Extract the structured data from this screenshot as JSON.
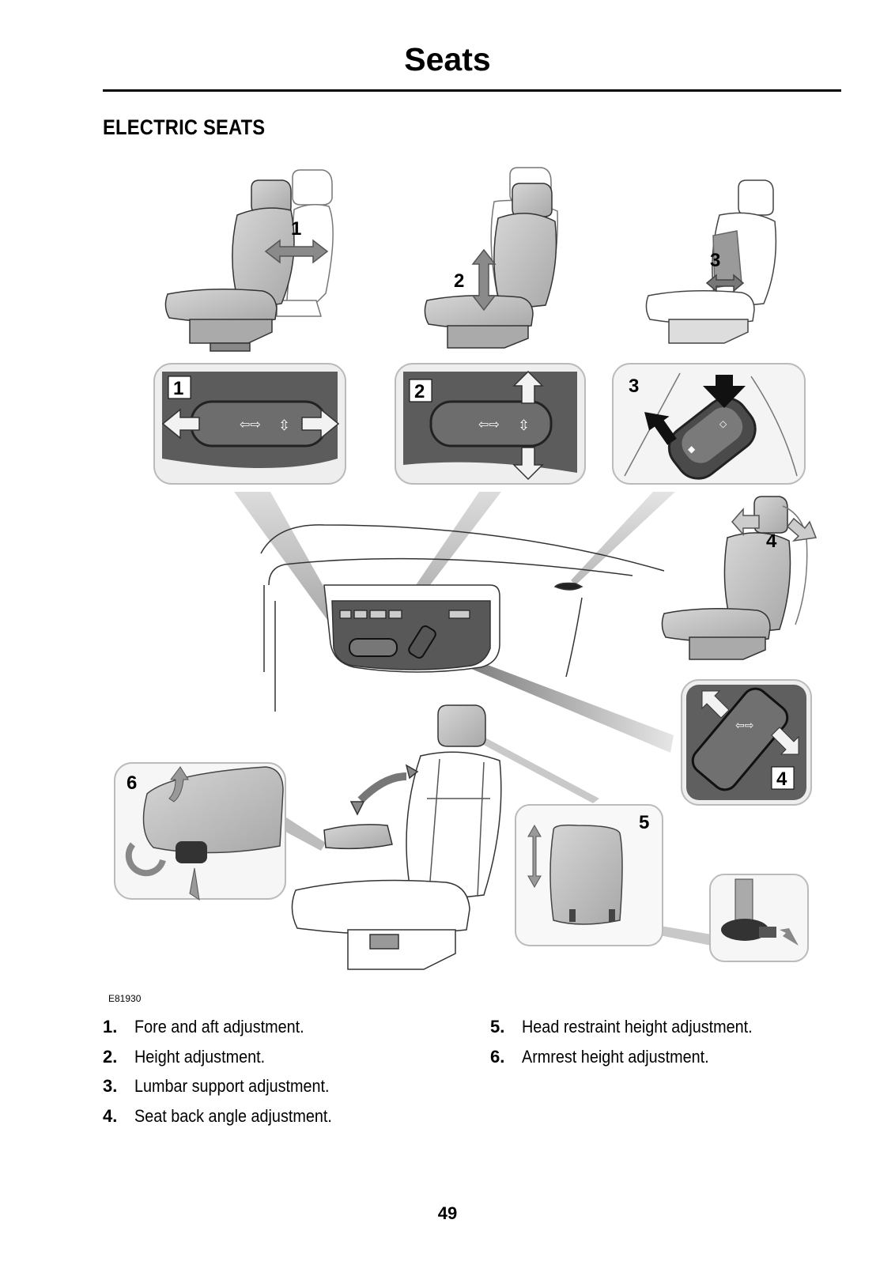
{
  "page": {
    "title": "Seats",
    "section_title": "ELECTRIC SEATS",
    "figure_reference": "E81930",
    "page_number": "49"
  },
  "callouts": [
    "1",
    "2",
    "3",
    "4",
    "5",
    "6"
  ],
  "legend": [
    {
      "num": "1.",
      "text": "Fore and aft adjustment."
    },
    {
      "num": "2.",
      "text": "Height adjustment."
    },
    {
      "num": "3.",
      "text": "Lumbar support adjustment."
    },
    {
      "num": "4.",
      "text": "Seat back angle adjustment."
    },
    {
      "num": "5.",
      "text": "Head restraint height adjustment."
    },
    {
      "num": "6.",
      "text": "Armrest height adjustment."
    }
  ],
  "colors": {
    "panel_dark": "#5a5a5a",
    "seat_fill": "#c8c8c8",
    "arrow_fill": "#f2f2f2"
  }
}
